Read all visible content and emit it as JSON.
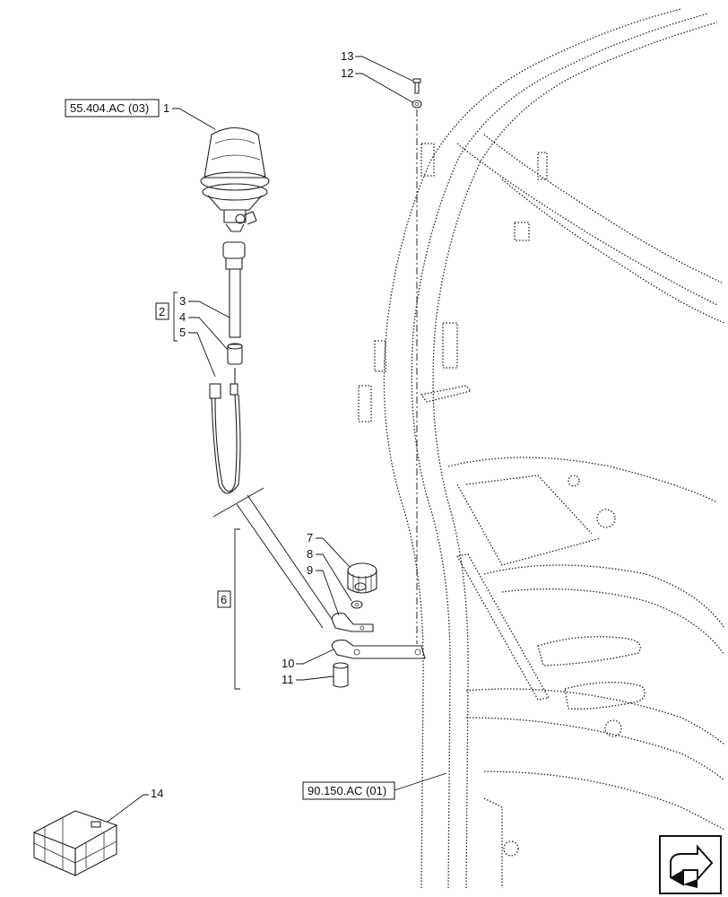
{
  "diagram": {
    "references": [
      {
        "id": "ref-lamp",
        "label": "55.404.AC (03)"
      },
      {
        "id": "ref-frame",
        "label": "90.150.AC (01)"
      }
    ],
    "groups": [
      {
        "id": "group-2",
        "label": "2"
      },
      {
        "id": "group-6",
        "label": "6"
      }
    ],
    "callouts": [
      "1",
      "3",
      "4",
      "5",
      "7",
      "8",
      "9",
      "10",
      "11",
      "12",
      "13",
      "14"
    ],
    "nav_icon": "next-page-arrow-icon"
  }
}
